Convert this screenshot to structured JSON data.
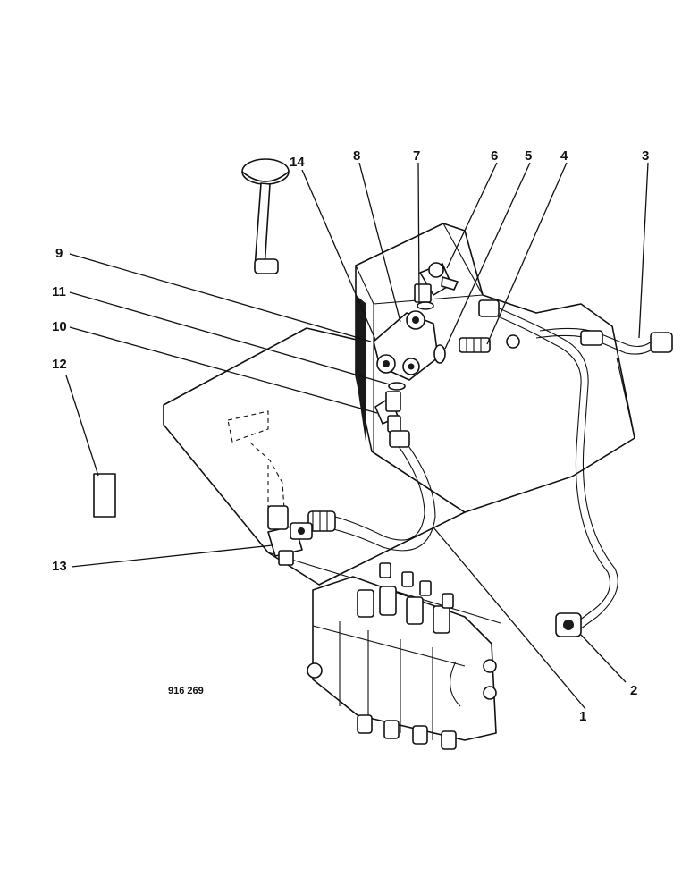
{
  "figure": {
    "reference_number": "916 269"
  },
  "callouts": [
    {
      "id": "1",
      "label": "1"
    },
    {
      "id": "2",
      "label": "2"
    },
    {
      "id": "3",
      "label": "3"
    },
    {
      "id": "4",
      "label": "4"
    },
    {
      "id": "5",
      "label": "5"
    },
    {
      "id": "6",
      "label": "6"
    },
    {
      "id": "7",
      "label": "7"
    },
    {
      "id": "8",
      "label": "8"
    },
    {
      "id": "9",
      "label": "9"
    },
    {
      "id": "10",
      "label": "10"
    },
    {
      "id": "11",
      "label": "11"
    },
    {
      "id": "12",
      "label": "12"
    },
    {
      "id": "13",
      "label": "13"
    },
    {
      "id": "14",
      "label": "14"
    }
  ]
}
